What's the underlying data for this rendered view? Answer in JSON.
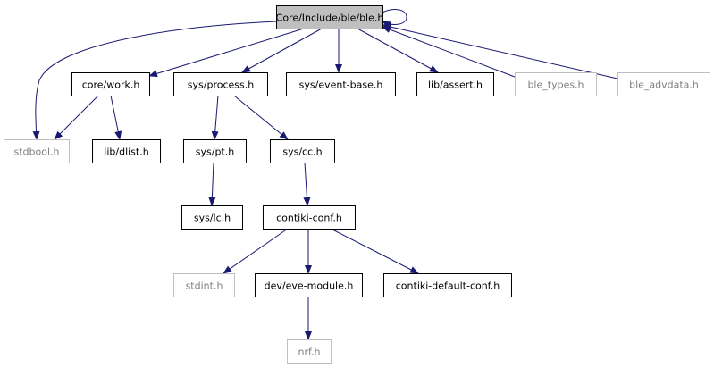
{
  "graph": {
    "nodes": [
      {
        "id": "ble",
        "label": "Core/Include/ble/ble.h",
        "style": "root"
      },
      {
        "id": "stdbool",
        "label": "stdbool.h",
        "style": "external"
      },
      {
        "id": "work",
        "label": "core/work.h",
        "style": "normal"
      },
      {
        "id": "process",
        "label": "sys/process.h",
        "style": "normal"
      },
      {
        "id": "eventbase",
        "label": "sys/event-base.h",
        "style": "normal"
      },
      {
        "id": "assert",
        "label": "lib/assert.h",
        "style": "normal"
      },
      {
        "id": "bletypes",
        "label": "ble_types.h",
        "style": "external"
      },
      {
        "id": "bleadv",
        "label": "ble_advdata.h",
        "style": "external"
      },
      {
        "id": "dlist",
        "label": "lib/dlist.h",
        "style": "normal"
      },
      {
        "id": "pt",
        "label": "sys/pt.h",
        "style": "normal"
      },
      {
        "id": "cc",
        "label": "sys/cc.h",
        "style": "normal"
      },
      {
        "id": "lc",
        "label": "sys/lc.h",
        "style": "normal"
      },
      {
        "id": "contikiconf",
        "label": "contiki-conf.h",
        "style": "normal"
      },
      {
        "id": "stdint",
        "label": "stdint.h",
        "style": "external"
      },
      {
        "id": "evemodule",
        "label": "dev/eve-module.h",
        "style": "normal"
      },
      {
        "id": "defaultconf",
        "label": "contiki-default-conf.h",
        "style": "normal"
      },
      {
        "id": "nrf",
        "label": "nrf.h",
        "style": "external"
      }
    ],
    "edges": [
      {
        "from": "ble",
        "to": "ble"
      },
      {
        "from": "ble",
        "to": "stdbool"
      },
      {
        "from": "ble",
        "to": "work"
      },
      {
        "from": "ble",
        "to": "process"
      },
      {
        "from": "ble",
        "to": "eventbase"
      },
      {
        "from": "ble",
        "to": "assert"
      },
      {
        "from": "ble",
        "to": "bletypes"
      },
      {
        "from": "ble",
        "to": "bleadv"
      },
      {
        "from": "work",
        "to": "stdbool"
      },
      {
        "from": "work",
        "to": "dlist"
      },
      {
        "from": "process",
        "to": "pt"
      },
      {
        "from": "process",
        "to": "cc"
      },
      {
        "from": "pt",
        "to": "lc"
      },
      {
        "from": "cc",
        "to": "contikiconf"
      },
      {
        "from": "contikiconf",
        "to": "stdint"
      },
      {
        "from": "contikiconf",
        "to": "evemodule"
      },
      {
        "from": "contikiconf",
        "to": "defaultconf"
      },
      {
        "from": "evemodule",
        "to": "nrf"
      }
    ],
    "colors": {
      "edge": "#191970",
      "node_border": "#000000",
      "external_border": "#bfbfbf",
      "external_text": "#7f7f7f",
      "root_fill": "#bfbfbf",
      "fill": "#ffffff",
      "text": "#000000"
    }
  }
}
